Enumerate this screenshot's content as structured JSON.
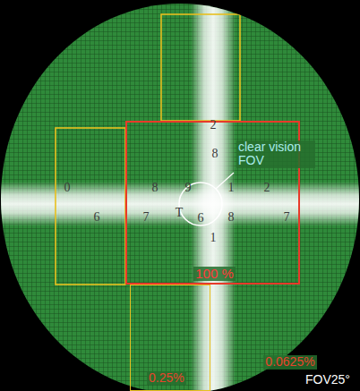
{
  "diagram": {
    "nodes": [
      {
        "text": [
          "100 %"
        ]
      },
      {
        "text": [
          "0.25%"
        ]
      }
    ],
    "labels": [
      "clear vision FOV",
      "8",
      "9",
      "1",
      "2",
      "0",
      "6",
      "7",
      "T",
      "6",
      "8",
      "7",
      "2",
      "8",
      "1",
      "0.0625%",
      "FOV25°"
    ]
  }
}
